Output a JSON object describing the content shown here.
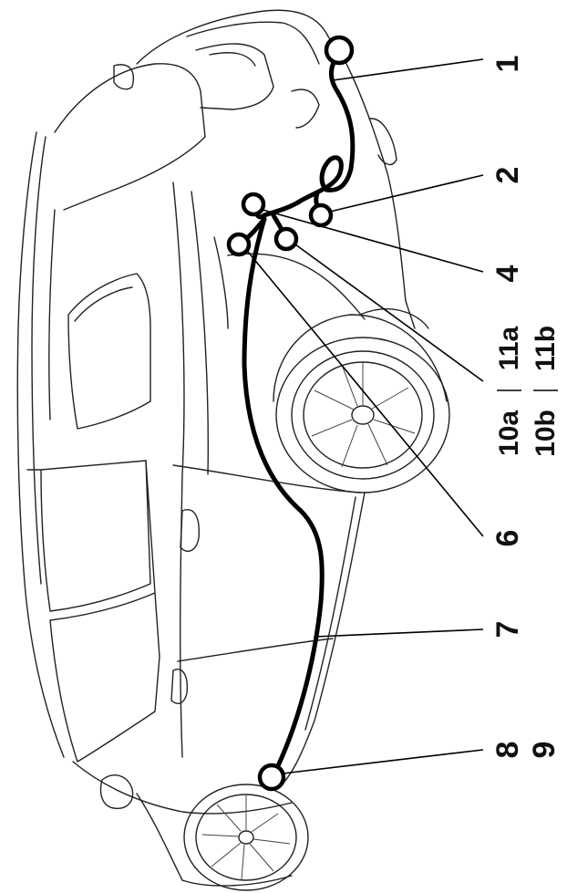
{
  "callouts": {
    "c1": "1",
    "c2": "2",
    "c4": "4",
    "c10a": "10a",
    "c10b": "10b",
    "c11a": "11a",
    "c11b": "11b",
    "c6": "6",
    "c7": "7",
    "c8": "8",
    "c9": "9"
  },
  "colors": {
    "line": "#222222",
    "harness": "#000000",
    "background": "#ffffff"
  }
}
